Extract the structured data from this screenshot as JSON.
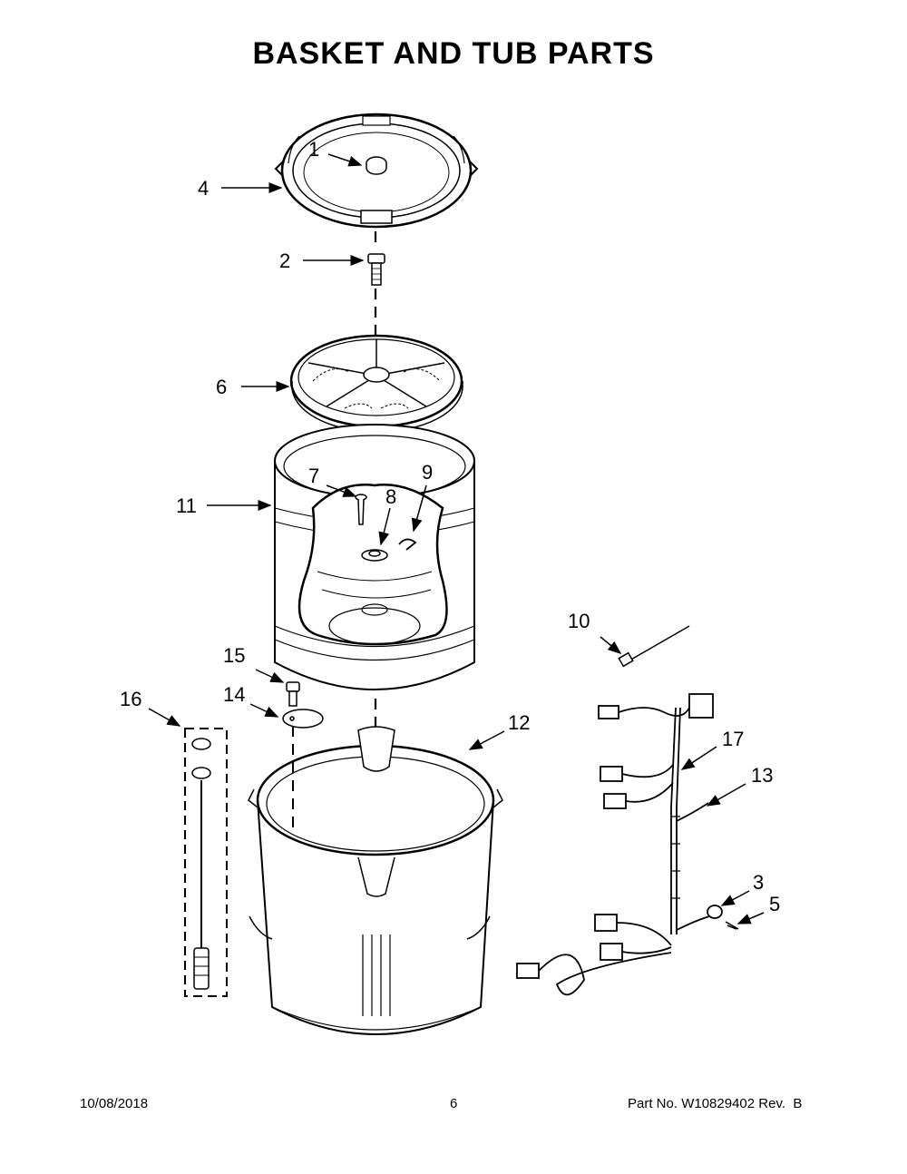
{
  "page": {
    "title": "BASKET AND TUB PARTS"
  },
  "callouts": {
    "c1": "1",
    "c2": "2",
    "c3": "3",
    "c4": "4",
    "c5": "5",
    "c6": "6",
    "c7": "7",
    "c8": "8",
    "c9": "9",
    "c10": "10",
    "c11": "11",
    "c12": "12",
    "c13": "13",
    "c14": "14",
    "c15": "15",
    "c16": "16",
    "c17": "17"
  },
  "footer": {
    "date": "10/08/2018",
    "page_number": "6",
    "part_label": "Part No.",
    "part_number": "W10829402",
    "rev": "Rev.  B"
  }
}
